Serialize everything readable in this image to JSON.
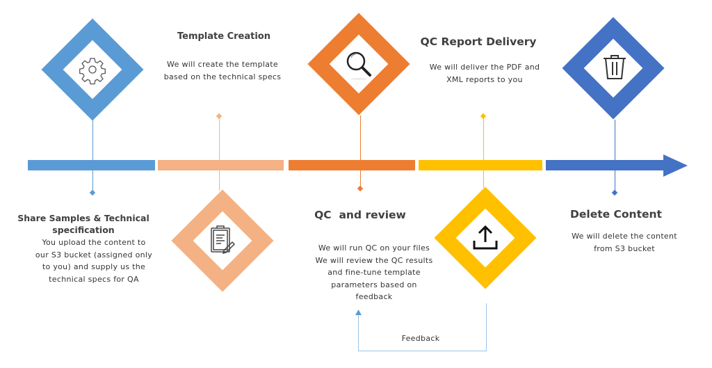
{
  "colors": {
    "blue": "#5B9BD5",
    "peach": "#F4B183",
    "orange": "#ED7D31",
    "yellow": "#FFC000",
    "dark_blue": "#4472C4",
    "text": "#404040"
  },
  "steps": [
    {
      "title": "Share Samples & Technical specification",
      "title_line1": "Share Samples & Technical",
      "title_line2": "specification",
      "description_lines": [
        "You upload the content to",
        "our S3 bucket (assigned only",
        "to you) and supply us the",
        "technical specs for QA"
      ],
      "icon": "gear-icon",
      "color": "#5B9BD5"
    },
    {
      "title": "Template Creation",
      "description_lines": [
        "We will create the template",
        "based on the technical specs"
      ],
      "icon": "clipboard-icon",
      "color": "#F4B183"
    },
    {
      "title": "QC  and review",
      "description_lines": [
        "We will run QC on your files",
        "We will review the QC results",
        "and fine-tune template",
        "parameters based on",
        "feedback"
      ],
      "icon": "magnifier-icon",
      "color": "#ED7D31"
    },
    {
      "title": "QC Report Delivery",
      "description_lines": [
        "We will deliver the PDF and",
        "XML reports to you"
      ],
      "icon": "upload-icon",
      "color": "#FFC000"
    },
    {
      "title": "Delete Content",
      "description_lines": [
        "We will delete the content",
        "from S3 bucket"
      ],
      "icon": "trash-icon",
      "color": "#4472C4"
    }
  ],
  "feedback": {
    "label": "Feedback"
  }
}
